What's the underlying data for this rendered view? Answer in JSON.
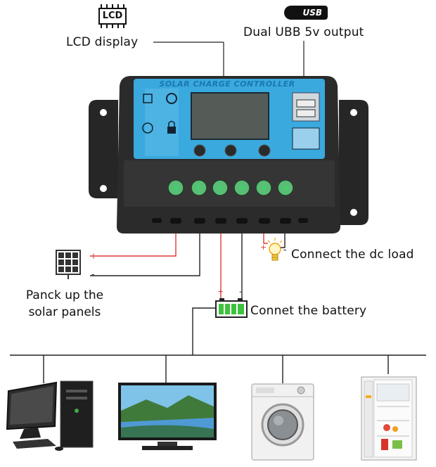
{
  "labels": {
    "lcd_icon_text": "LCD",
    "lcd_display": "LCD display",
    "usb_icon_text": "USB",
    "dual_usb": "Dual UBB 5v output",
    "controller_title": "SOLAR CHARGE CONTROLLER",
    "dc_load": "Connect the dc load",
    "solar_line1": "Panck up the",
    "solar_line2": "solar panels",
    "battery": "Connet the battery",
    "plus": "+",
    "minus": "-"
  },
  "colors": {
    "panel_blue": "#39a9de",
    "housing": "#2a2a2a",
    "wire_positive": "#e23a3a",
    "wire_negative": "#222222",
    "battery_green": "#3fc23f",
    "terminal_green": "#5dbb7a"
  },
  "icons": [
    "lcd-icon",
    "usb-icon",
    "solar-panel-icon",
    "bulb-icon",
    "battery-icon",
    "desktop-computer-icon",
    "television-icon",
    "washing-machine-icon",
    "refrigerator-icon"
  ]
}
